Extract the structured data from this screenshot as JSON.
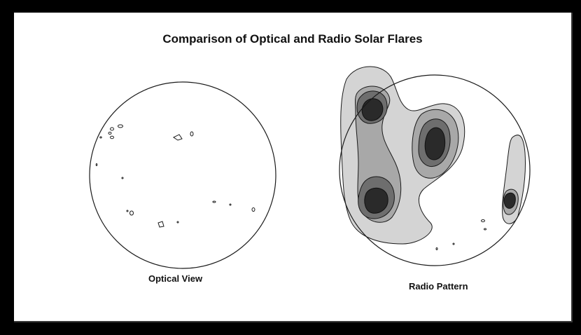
{
  "figure": {
    "title": "Comparison of Optical and Radio Solar Flares",
    "optical_caption": "Optical View",
    "radio_caption": "Radio Pattern"
  },
  "colors": {
    "background": "#000000",
    "panel": "#ffffff",
    "outline": "#1a1a1a",
    "contour_level_1": "#d4d4d4",
    "contour_level_2": "#a8a8a8",
    "contour_level_3": "#6e6e6e",
    "contour_level_4": "#2a2a2a"
  },
  "icons": {
    "optical_disk": "solar-disk-outline",
    "radio_disk": "solar-disk-outline"
  }
}
